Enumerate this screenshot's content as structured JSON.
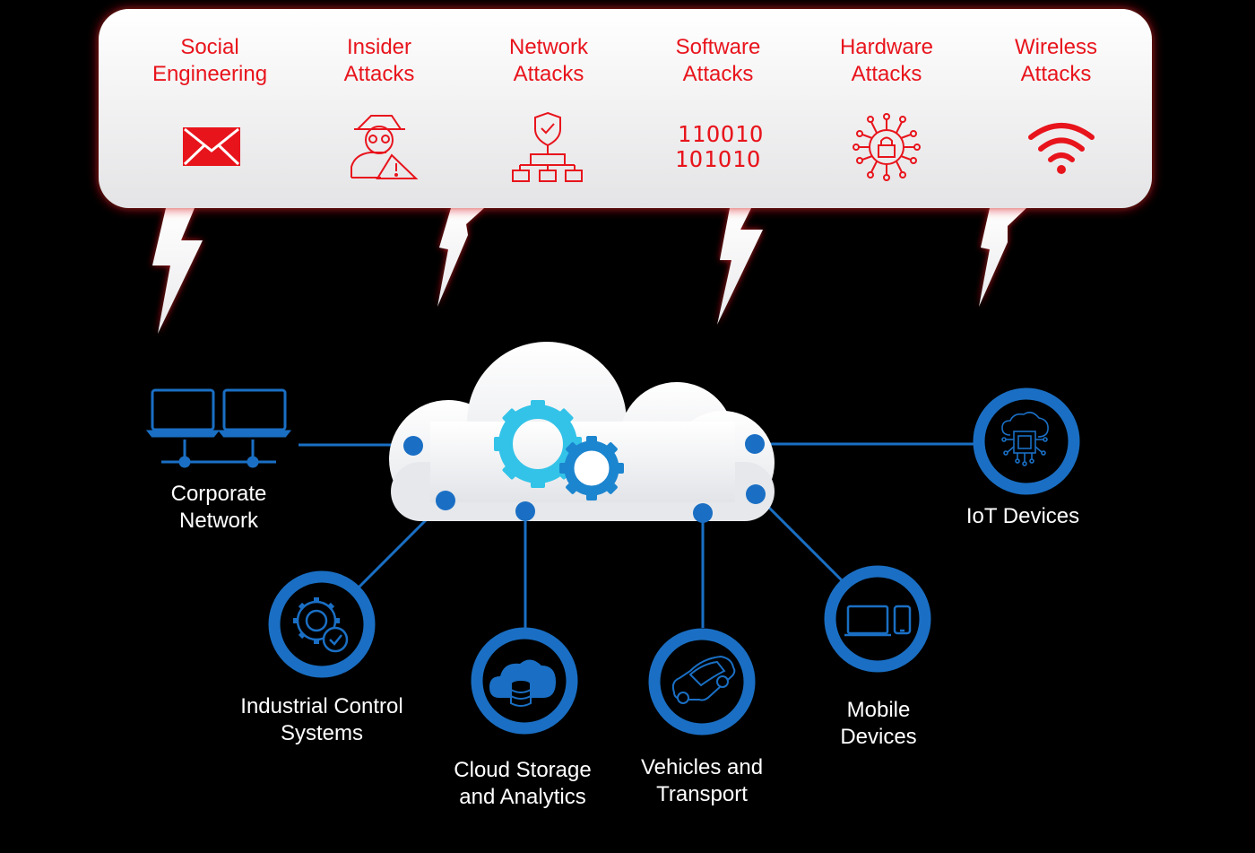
{
  "attacks": [
    {
      "label": "Social\nEngineering",
      "icon": "envelope-icon"
    },
    {
      "label": "Insider\nAttacks",
      "icon": "hacker-warning-icon"
    },
    {
      "label": "Network\nAttacks",
      "icon": "shield-network-icon"
    },
    {
      "label": "Software\nAttacks",
      "icon": "binary-code-icon"
    },
    {
      "label": "Hardware\nAttacks",
      "icon": "chip-lock-icon"
    },
    {
      "label": "Wireless\nAttacks",
      "icon": "wifi-icon"
    }
  ],
  "nodes": [
    {
      "label": "Corporate\nNetwork",
      "icon": "laptops-network-icon"
    },
    {
      "label": "Industrial Control\nSystems",
      "icon": "gear-check-icon"
    },
    {
      "label": "Cloud Storage\nand Analytics",
      "icon": "cloud-database-icon"
    },
    {
      "label": "Vehicles and\nTransport",
      "icon": "car-icon"
    },
    {
      "label": "Mobile\nDevices",
      "icon": "tablet-phone-icon"
    },
    {
      "label": "IoT Devices",
      "icon": "iot-chip-icon"
    }
  ],
  "center": {
    "icon": "gears-icon"
  },
  "colors": {
    "background": "#000000",
    "attack_red": "#e8141c",
    "node_blue": "#1a6fc4",
    "panel": "#f4f4f6",
    "gear_cyan": "#33c3e8"
  }
}
